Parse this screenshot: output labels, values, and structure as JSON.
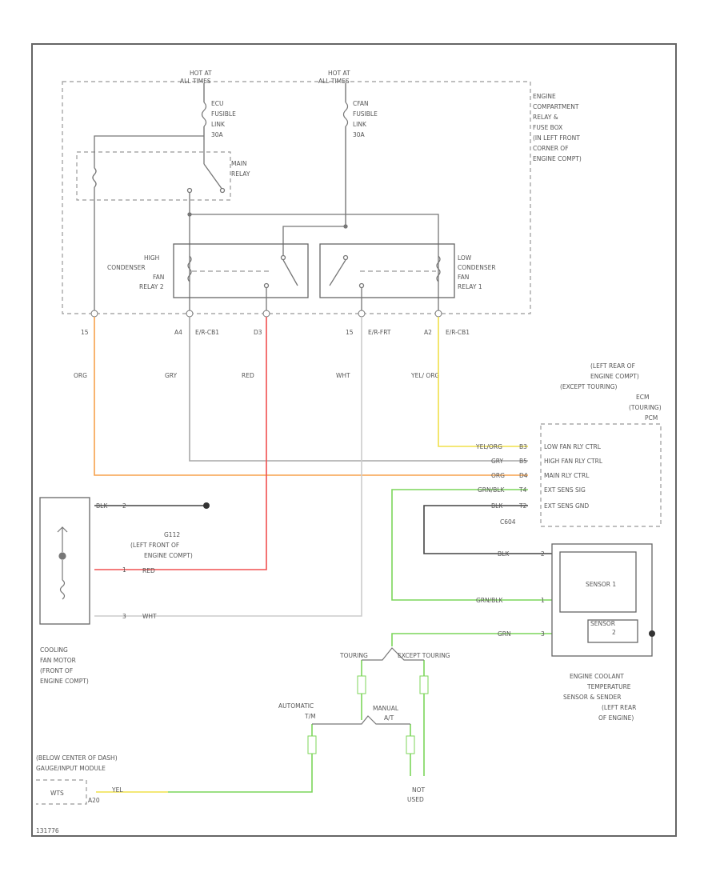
{
  "colors": {
    "org": "#f7a24d",
    "red": "#f05050",
    "yel": "#f0e04a",
    "grn": "#7cd65a",
    "gry": "#a8a8a8",
    "blk": "#444444",
    "wht": "#cccccc"
  },
  "hot_left": [
    "HOT AT",
    "ALL TIMES"
  ],
  "hot_right": [
    "HOT AT",
    "ALL TIMES"
  ],
  "fuse_left": [
    "ECU",
    "FUSIBLE",
    "LINK",
    "30A"
  ],
  "fuse_right": [
    "CFAN",
    "FUSIBLE",
    "LINK",
    "30A"
  ],
  "main_relay": [
    "MAIN",
    "RELAY"
  ],
  "relay_box_label": [
    "ENGINE",
    "COMPARTMENT",
    "RELAY &",
    "FUSE BOX",
    "(IN LEFT FRONT",
    "CORNER OF",
    "ENGINE COMPT)"
  ],
  "high_relay": [
    "HIGH",
    "CONDENSER",
    "FAN",
    "RELAY 2"
  ],
  "low_relay": [
    "LOW",
    "CONDENSER",
    "FAN",
    "RELAY 1"
  ],
  "pins": {
    "p1": "15",
    "p2": "A4",
    "p2c": "E/R-CB1",
    "p3": "D3",
    "p4": "15",
    "p4c": "E/R-FRT",
    "p5": "A2",
    "p5c": "E/R-CB1"
  },
  "wire_colors": [
    "ORG",
    "GRY",
    "RED",
    "WHT",
    "YEL/ ORG"
  ],
  "ecm_label": [
    "(LEFT REAR OF",
    "ENGINE COMPT)",
    "(EXCEPT TOURING)",
    "ECM",
    "(TOURING)",
    "PCM"
  ],
  "ecm_pins": [
    {
      "wire": "YEL/ORG",
      "pin": "B3",
      "func": "LOW FAN RLY CTRL"
    },
    {
      "wire": "GRY",
      "pin": "B5",
      "func": "HIGH FAN RLY CTRL"
    },
    {
      "wire": "ORG",
      "pin": "D4",
      "func": "MAIN RLY CTRL"
    },
    {
      "wire": "GRN/BLK",
      "pin": "T4",
      "func": "EXT SENS SIG"
    },
    {
      "wire": "BLK",
      "pin": "T2",
      "func": "EXT SENS GND"
    }
  ],
  "ecm_connector": "C604",
  "fan_wires": [
    {
      "wire": "BLK",
      "pin": "2"
    },
    {
      "wire": "RED",
      "pin": "1"
    },
    {
      "wire": "WHT",
      "pin": "3"
    }
  ],
  "ground_label": [
    "G112",
    "(LEFT FRONT OF",
    "ENGINE COMPT)"
  ],
  "fan_label": [
    "COOLING",
    "FAN MOTOR",
    "(FRONT OF",
    "ENGINE COMPT)"
  ],
  "sensor_wires": [
    {
      "wire": "BLK",
      "pin": "2"
    },
    {
      "wire": "GRN/BLK",
      "pin": "1"
    },
    {
      "wire": "GRN",
      "pin": "3"
    }
  ],
  "sensor_1": "SENSOR 1",
  "sensor_2": [
    "SENSOR",
    "2"
  ],
  "sensor_label": [
    "ENGINE COOLANT",
    "TEMPERATURE",
    "SENSOR & SENDER",
    "(LEFT REAR",
    "OF ENGINE)"
  ],
  "touring": "TOURING",
  "except_touring": "EXCEPT TOURING",
  "automatic": [
    "AUTOMATIC",
    "T/M"
  ],
  "manual": [
    "MANUAL",
    "A/T"
  ],
  "not_used": [
    "NOT",
    "USED"
  ],
  "gauge_label": [
    "(BELOW CENTER OF DASH)",
    "GAUGE/INPUT MODULE"
  ],
  "gauge_pin": "WTS",
  "gauge_conn": "A20",
  "gauge_wire": "YEL",
  "footer": "131776"
}
